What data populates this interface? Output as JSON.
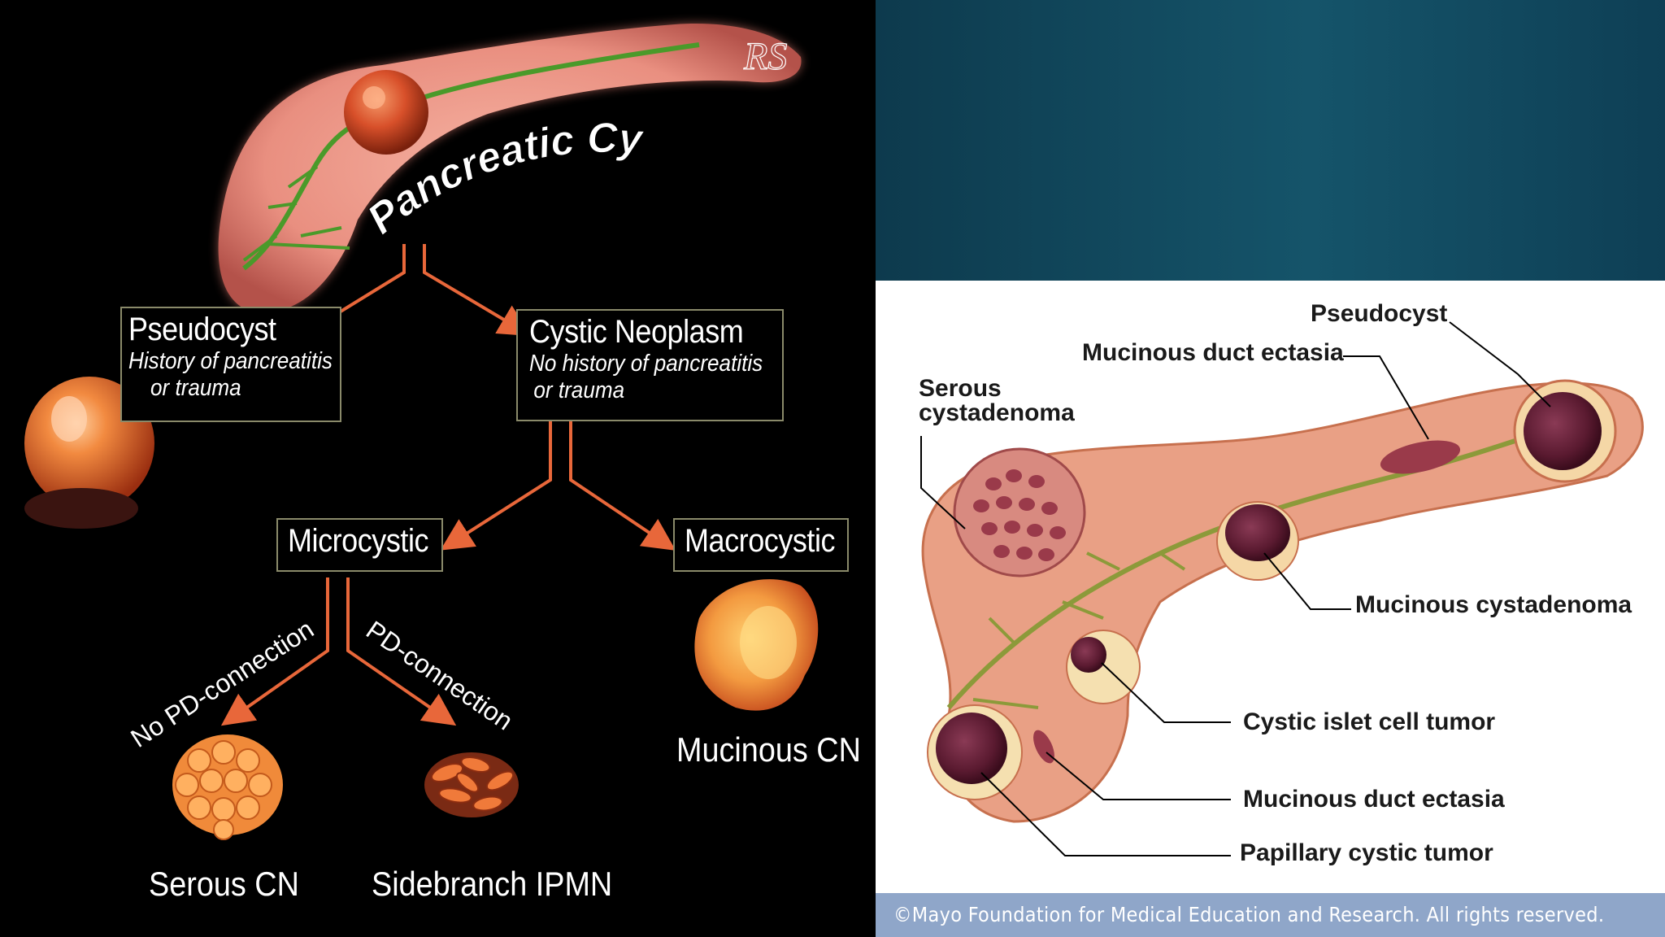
{
  "left_diagram": {
    "signature": "RS",
    "main_title": "Pancreatic Cyst",
    "pseudocyst": {
      "title": "Pseudocyst",
      "line1": "History of pancreatitis",
      "line2": "or trauma"
    },
    "cystic_neoplasm": {
      "title": "Cystic Neoplasm",
      "line1": "No history of pancreatitis",
      "line2": "or trauma"
    },
    "microcystic": "Microcystic",
    "macrocystic": "Macrocystic",
    "no_pd_connection": "No PD-connection",
    "pd_connection": "PD-connection",
    "serous_cn": "Serous CN",
    "sidebranch_ipmn": "Sidebranch IPMN",
    "mucinous_cn": "Mucinous CN"
  },
  "right_diagram": {
    "labels": {
      "pseudocyst": "Pseudocyst",
      "mucinous_duct_ectasia_top": "Mucinous duct ectasia",
      "serous_line1": "Serous",
      "serous_line2": "cystadenoma",
      "mucinous_cystadenoma": "Mucinous cystadenoma",
      "cystic_islet": "Cystic islet cell tumor",
      "mucinous_duct_ectasia_bottom": "Mucinous duct ectasia",
      "papillary": "Papillary cystic tumor"
    },
    "footer": "©Mayo Foundation for Medical Education and Research.  All rights reserved."
  },
  "colors": {
    "arrow": "#e8673a",
    "teal": "#15546a",
    "footer_bar": "#8fa6c9",
    "pancreas": "#e9a085"
  }
}
